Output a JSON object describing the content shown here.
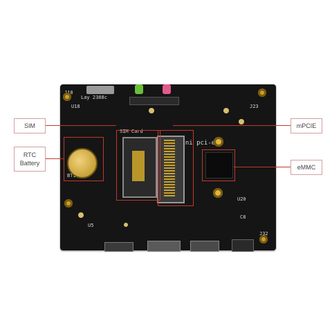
{
  "callouts": {
    "sim": "SIM",
    "rtc_line1": "RTC",
    "rtc_line2": "Battery",
    "mpcie": "mPCIE",
    "emmc": "eMMC"
  },
  "silkscreen": {
    "j18": "J18",
    "ldo": "Lay 2388c",
    "u18": "U18",
    "sim_card": "SIM Card",
    "mini_pcie": "mini pci-e",
    "bt1": "BT1",
    "j23": "J23",
    "u20": "U20",
    "j32": "J32",
    "c8": "C8",
    "u5": "U5"
  },
  "colors": {
    "board": "#151515",
    "accent": "#c0392b",
    "gold": "#c9a227"
  }
}
